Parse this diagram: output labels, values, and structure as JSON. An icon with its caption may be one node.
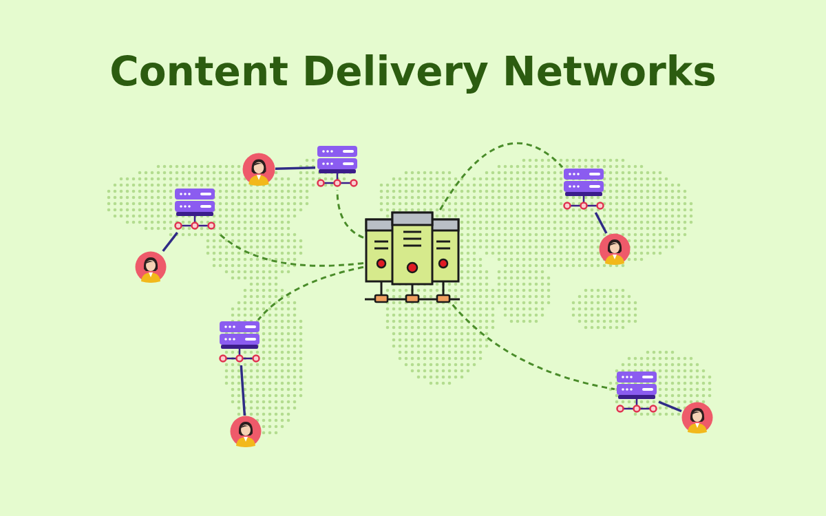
{
  "diagram": {
    "title": "Content Delivery Networks",
    "nodes": [
      {
        "text": [],
        "shape": "server"
      },
      {
        "text": [],
        "shape": "server"
      },
      {
        "text": [],
        "shape": "server"
      },
      {
        "text": [],
        "shape": "server"
      },
      {
        "text": [],
        "shape": "server"
      },
      {
        "text": [],
        "shape": "server"
      },
      {
        "text": [],
        "shape": "person"
      },
      {
        "text": [],
        "shape": "person"
      },
      {
        "text": [],
        "shape": "person"
      },
      {
        "text": [],
        "shape": "person"
      },
      {
        "text": [],
        "shape": "person"
      }
    ],
    "edges": [
      {
        "from": 0,
        "to": 1,
        "arrow": "none",
        "style": "dashed",
        "color": "#4a8c2a"
      },
      {
        "from": 0,
        "to": 2,
        "arrow": "none",
        "style": "dashed",
        "color": "#4a8c2a"
      },
      {
        "from": 0,
        "to": 3,
        "arrow": "none",
        "style": "dashed",
        "color": "#4a8c2a"
      },
      {
        "from": 0,
        "to": 4,
        "arrow": "none",
        "style": "dashed",
        "color": "#4a8c2a"
      },
      {
        "from": 0,
        "to": 5,
        "arrow": "none",
        "style": "dashed",
        "color": "#4a8c2a"
      },
      {
        "from": 1,
        "to": 6,
        "arrow": "none",
        "color": "#2f2b86"
      },
      {
        "from": 2,
        "to": 8,
        "arrow": "none",
        "color": "#2f2b86"
      },
      {
        "from": 3,
        "to": 7,
        "arrow": "none",
        "color": "#2f2b86"
      },
      {
        "from": 4,
        "to": 9,
        "arrow": "none",
        "color": "#2f2b86"
      },
      {
        "from": 5,
        "to": 10,
        "arrow": "none",
        "color": "#2f2b86"
      }
    ]
  }
}
